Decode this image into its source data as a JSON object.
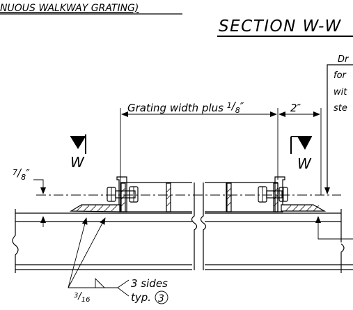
{
  "header": {
    "left_title": "NUOUS WALKWAY GRATING)",
    "section_title": "SECTION W-W"
  },
  "notes": {
    "right_note_lines": [
      "Dr",
      "for",
      "wit",
      "ste"
    ]
  },
  "dimensions": {
    "grating_width_prefix": "Grating width plus ",
    "grating_width_fraction": {
      "numerator": "1",
      "denominator": "8",
      "unit": "″"
    },
    "edge_offset": "2″",
    "vertical_offset": {
      "numerator": "7",
      "denominator": "8",
      "unit": "″"
    }
  },
  "section_markers": [
    {
      "label": "W"
    },
    {
      "label": "W"
    }
  ],
  "weld_symbol": {
    "size": {
      "numerator": "3",
      "denominator": "16"
    },
    "sides_text": "3 sides",
    "typ_text": "typ.",
    "detail_number": "3"
  }
}
